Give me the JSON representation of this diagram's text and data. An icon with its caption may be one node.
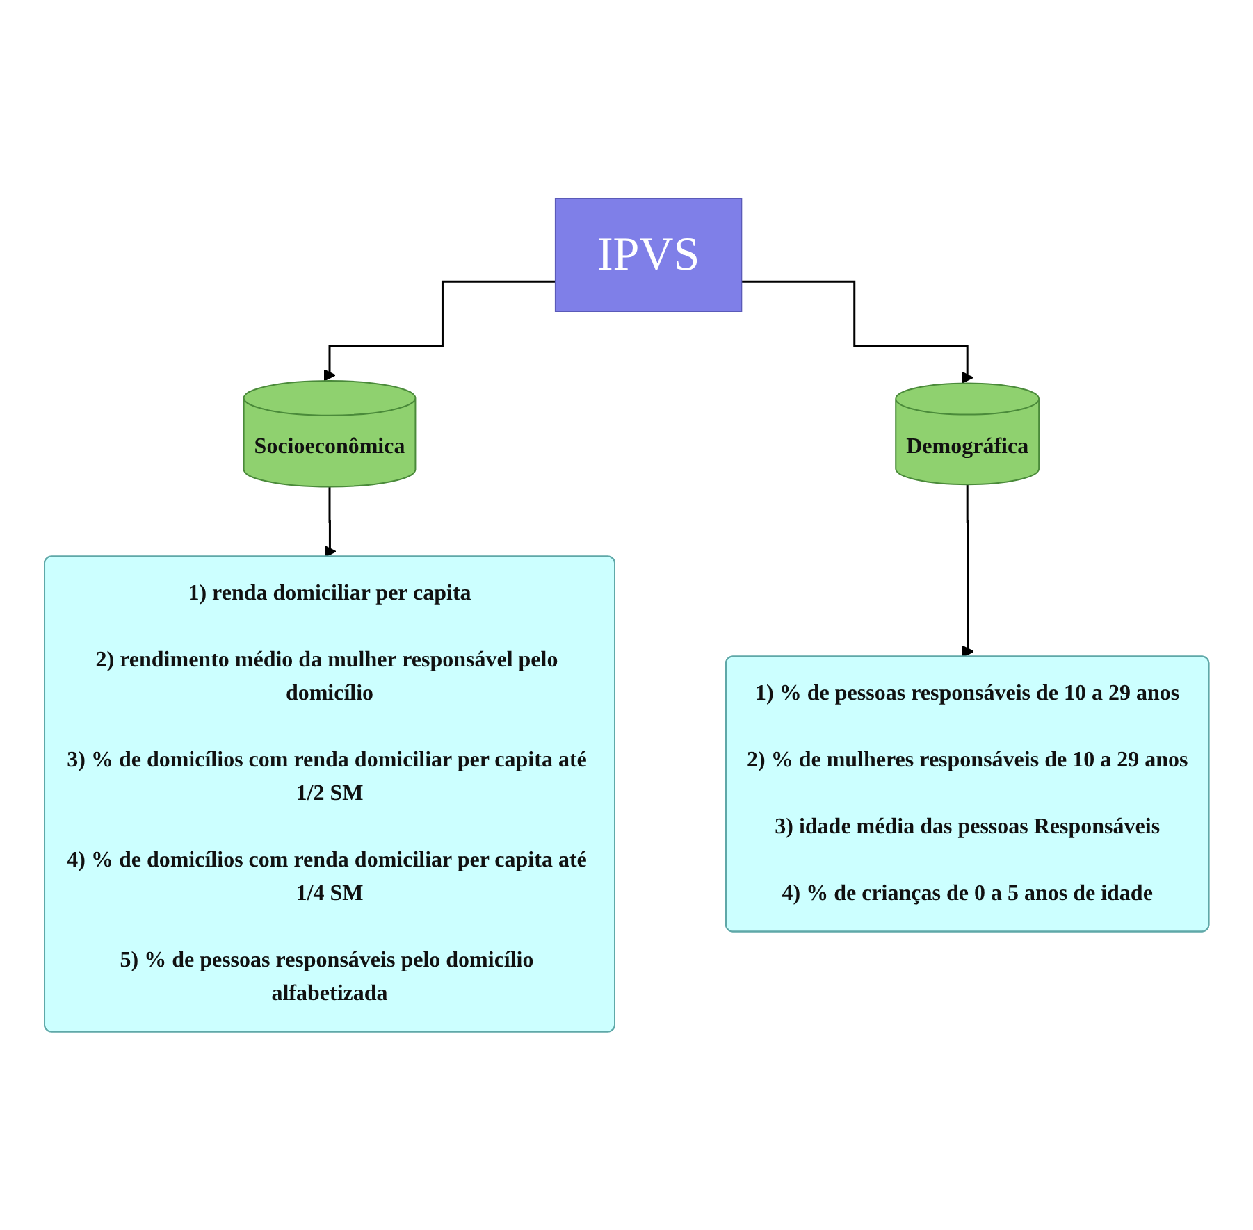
{
  "diagram": {
    "nodes": [
      {
        "text": [
          "IPVS"
        ]
      },
      {
        "text": [
          "Socioeconômica"
        ]
      },
      {
        "text": [
          "Demográfica"
        ]
      },
      {
        "text": [
          "1) renda domiciliar per capita",
          "2) rendimento médio da mulher responsável pelo domicílio",
          "3) % de domicílios com renda domiciliar per capita até 1/2 SM",
          "4) % de domicílios com renda domiciliar per capita até 1/4 SM",
          "5) % de pessoas responsáveis pelo domicílio alfabetizada"
        ]
      },
      {
        "text": [
          "1) % de pessoas responsáveis de 10 a 29 anos",
          "2) % de mulheres responsáveis de 10 a 29 anos",
          "3) idade média das pessoas Responsáveis",
          "4) % de crianças de 0 a 5 anos de idade"
        ]
      }
    ],
    "edges": [
      {
        "from": 0,
        "to": 1,
        "arrow": "to"
      },
      {
        "from": 0,
        "to": 2,
        "arrow": "to"
      },
      {
        "from": 1,
        "to": 3,
        "arrow": "to"
      },
      {
        "from": 2,
        "to": 4,
        "arrow": "to"
      }
    ]
  }
}
